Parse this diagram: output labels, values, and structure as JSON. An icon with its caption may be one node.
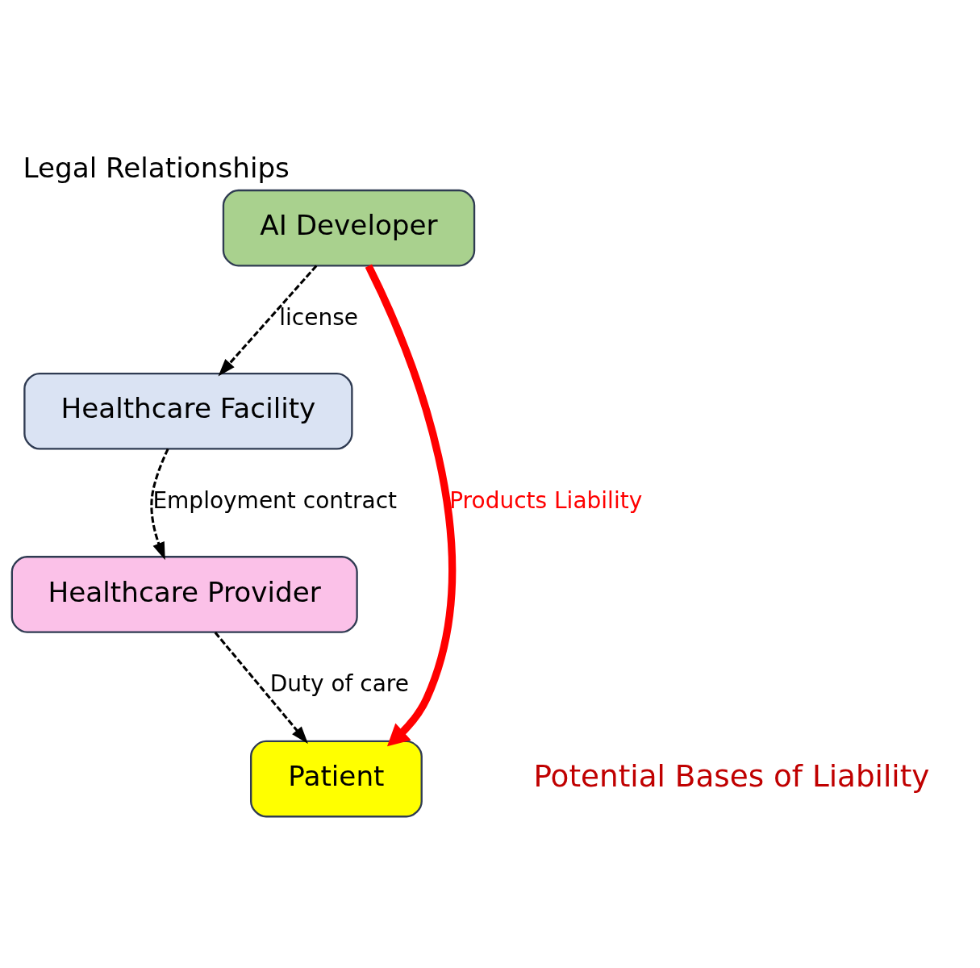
{
  "diagram": {
    "title": "Legal Relationships",
    "nodes": [
      {
        "text": [
          "AI Developer"
        ]
      },
      {
        "text": [
          "Healthcare Facility"
        ]
      },
      {
        "text": [
          "Healthcare Provider"
        ]
      },
      {
        "text": [
          "Patient"
        ]
      }
    ],
    "edges": [
      {
        "from": 0,
        "to": 1,
        "arrow": "to",
        "label": "license",
        "style": "dashed"
      },
      {
        "from": 1,
        "to": 2,
        "arrow": "to",
        "label": "Employment contract",
        "style": "dashed"
      },
      {
        "from": 2,
        "to": 3,
        "arrow": "to",
        "label": "Duty of care",
        "style": "dashed"
      },
      {
        "from": 0,
        "to": 3,
        "arrow": "to",
        "label": "Products Liability",
        "style": "thick",
        "color": "#ff0000"
      }
    ],
    "labels": [
      "Potential Bases of Liability"
    ]
  }
}
